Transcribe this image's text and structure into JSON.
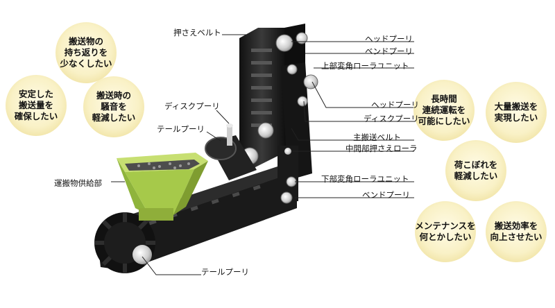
{
  "left_bubbles": [
    {
      "id": "b1",
      "text": "搬送物の\n持ち返りを\n少なくしたい"
    },
    {
      "id": "b2",
      "text": "安定した\n搬送量を\n確保したい"
    },
    {
      "id": "b3",
      "text": "搬送時の\n騒音を\n軽減したい"
    }
  ],
  "right_bubbles": [
    {
      "id": "b4",
      "text": "長時間\n連続運転を\n可能にしたい"
    },
    {
      "id": "b5",
      "text": "大量搬送を\n実現したい"
    },
    {
      "id": "b6",
      "text": "荷こぼれを\n軽減したい"
    },
    {
      "id": "b7",
      "text": "メンテナンスを\n何とかしたい"
    },
    {
      "id": "b8",
      "text": "搬送効率を\n向上させたい"
    }
  ],
  "labels": {
    "osae_belt": "押さえベルト",
    "head_pulley_1": "ヘッドプーリ",
    "bend_pulley_1": "ベンドプーリ",
    "upper_roller_unit": "上部変角ローラユニット",
    "head_pulley_2": "ヘッドプーリ",
    "disc_pulley_right": "ディスクプーリ",
    "main_belt": "主搬送ベルト",
    "middle_roller": "中間部押さえローラ",
    "lower_roller_unit": "下部変角ローラユニット",
    "bend_pulley_2": "ベンドプーリ",
    "disc_pulley_left": "ディスクプーリ",
    "tail_pulley_top": "テールプーリ",
    "feed_section": "運搬物供給部",
    "tail_pulley_bottom": "テールプーリ"
  },
  "colors": {
    "belt": "#1c1c1c",
    "belt_highlight": "#4a4a4a",
    "hopper": "#a6c94a",
    "hopper_dark": "#7f9d30",
    "pulley": "#d9d9d9",
    "bubble": "#f6edbd"
  }
}
